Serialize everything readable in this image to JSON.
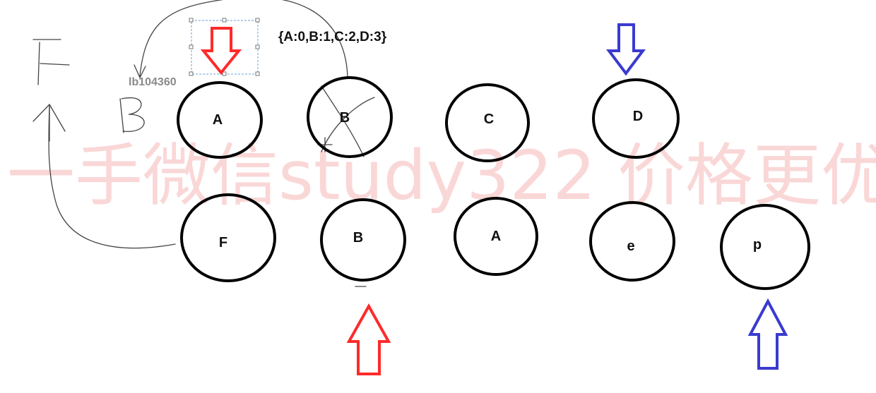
{
  "mapping_label": "{A:0,B:1,C:2,D:3}",
  "object_tag": "lb104360",
  "watermark": "一手微信study322 价格更优",
  "old_list": [
    "A",
    "B",
    "C",
    "D"
  ],
  "new_list": [
    "F",
    "B",
    "A",
    "e",
    "p"
  ],
  "colors": {
    "old_pointer": "#ff2a2a",
    "new_pointer": "#3a3ad0",
    "watermark": "#f7b7b7"
  }
}
